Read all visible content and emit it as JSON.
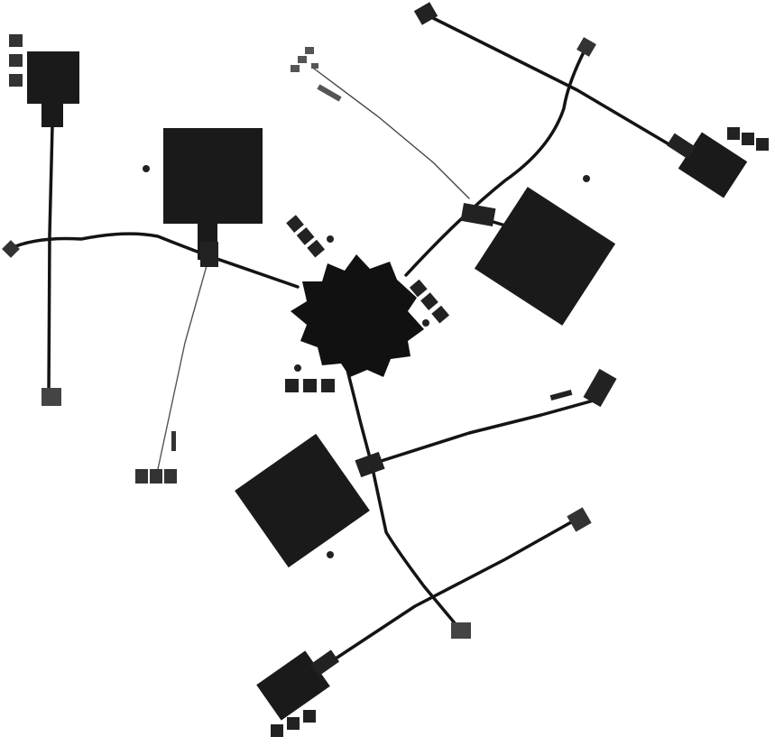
{
  "figure": {
    "background_color": "#ffffff",
    "ink_color": "#000000",
    "trace_color": "#141414",
    "pad_color": "#1a1a1a",
    "soft_pad_color": "#4a4a4a",
    "description_text": ""
  },
  "components": {
    "center_chip": {
      "shape": "starburst",
      "points": 14
    },
    "square_pads": 4,
    "rotated_square_pads": 3,
    "small_connectors": 12
  }
}
